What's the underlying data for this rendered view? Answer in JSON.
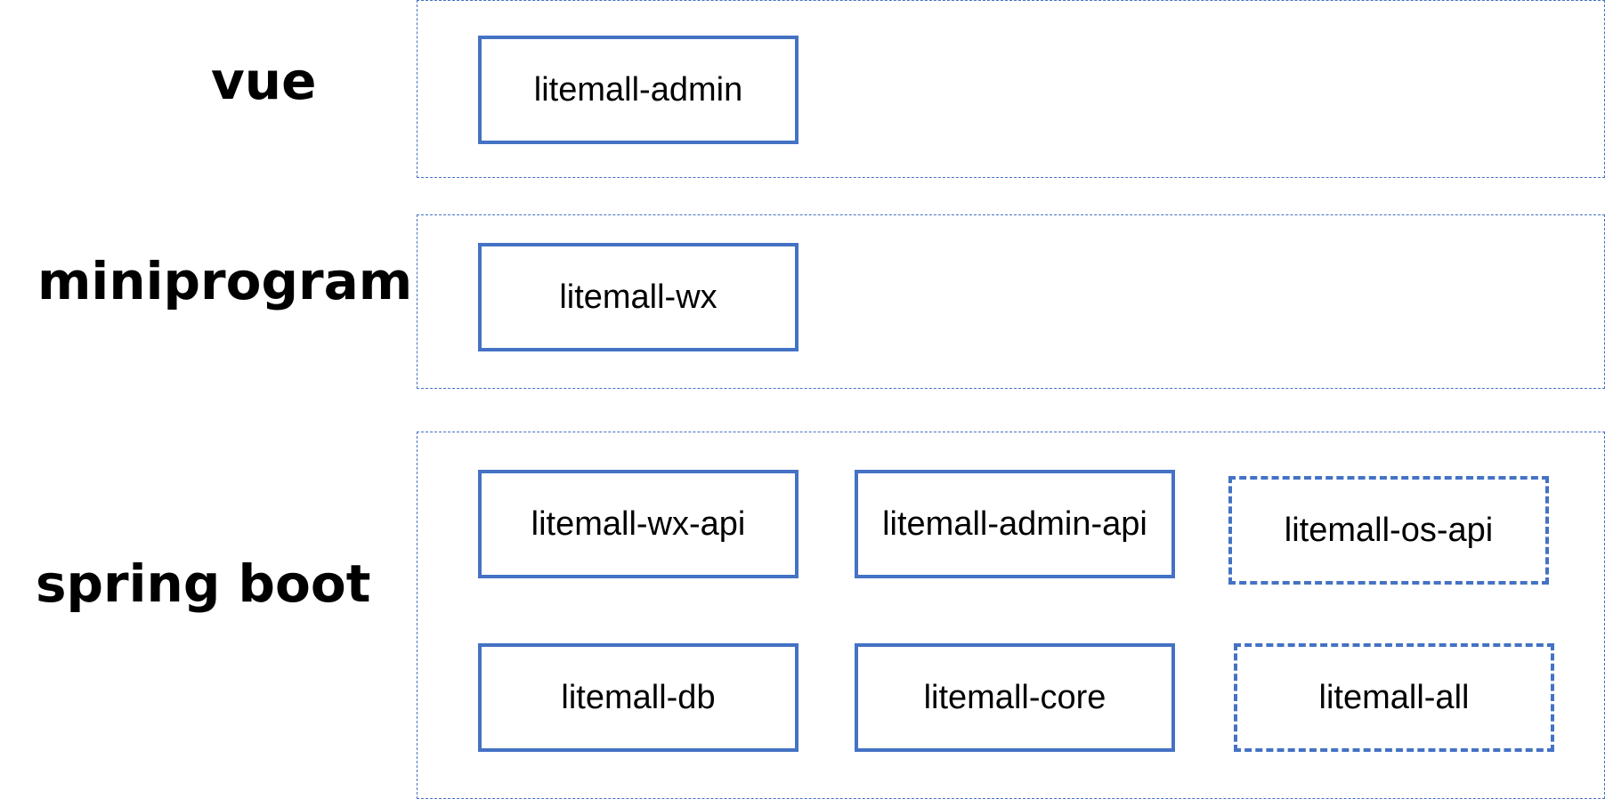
{
  "colors": {
    "frame_border": "#4472c4",
    "module_border": "#4472c4",
    "text": "#000000",
    "background": "#ffffff"
  },
  "layers": {
    "vue": {
      "label": "vue",
      "modules": [
        {
          "name": "litemall-admin",
          "border_style": "solid"
        }
      ]
    },
    "miniprogram": {
      "label": "miniprogram",
      "modules": [
        {
          "name": "litemall-wx",
          "border_style": "solid"
        }
      ]
    },
    "spring_boot": {
      "label": "spring boot",
      "modules": [
        {
          "name": "litemall-wx-api",
          "border_style": "solid"
        },
        {
          "name": "litemall-admin-api",
          "border_style": "solid"
        },
        {
          "name": "litemall-os-api",
          "border_style": "dashed"
        },
        {
          "name": "litemall-db",
          "border_style": "solid"
        },
        {
          "name": "litemall-core",
          "border_style": "solid"
        },
        {
          "name": "litemall-all",
          "border_style": "dashed"
        }
      ]
    }
  }
}
